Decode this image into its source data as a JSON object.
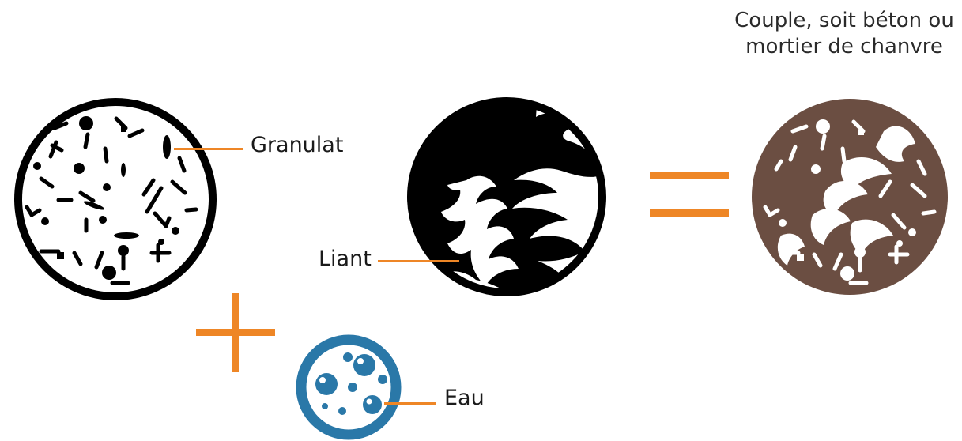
{
  "diagram": {
    "title_line1": "Couple, soit béton ou",
    "title_line2": "mortier de chanvre",
    "labels": {
      "granulat": "Granulat",
      "liant": "Liant",
      "eau": "Eau"
    },
    "operators": {
      "plus": "+",
      "equals": "="
    },
    "colors": {
      "accent": "#ee8626",
      "ink": "#000000",
      "result_fill": "#6b4e42",
      "water": "#2a78a8"
    },
    "icons": [
      "granulat-circle-icon",
      "liant-circle-icon",
      "water-drops-icon",
      "hemp-concrete-circle-icon"
    ]
  }
}
